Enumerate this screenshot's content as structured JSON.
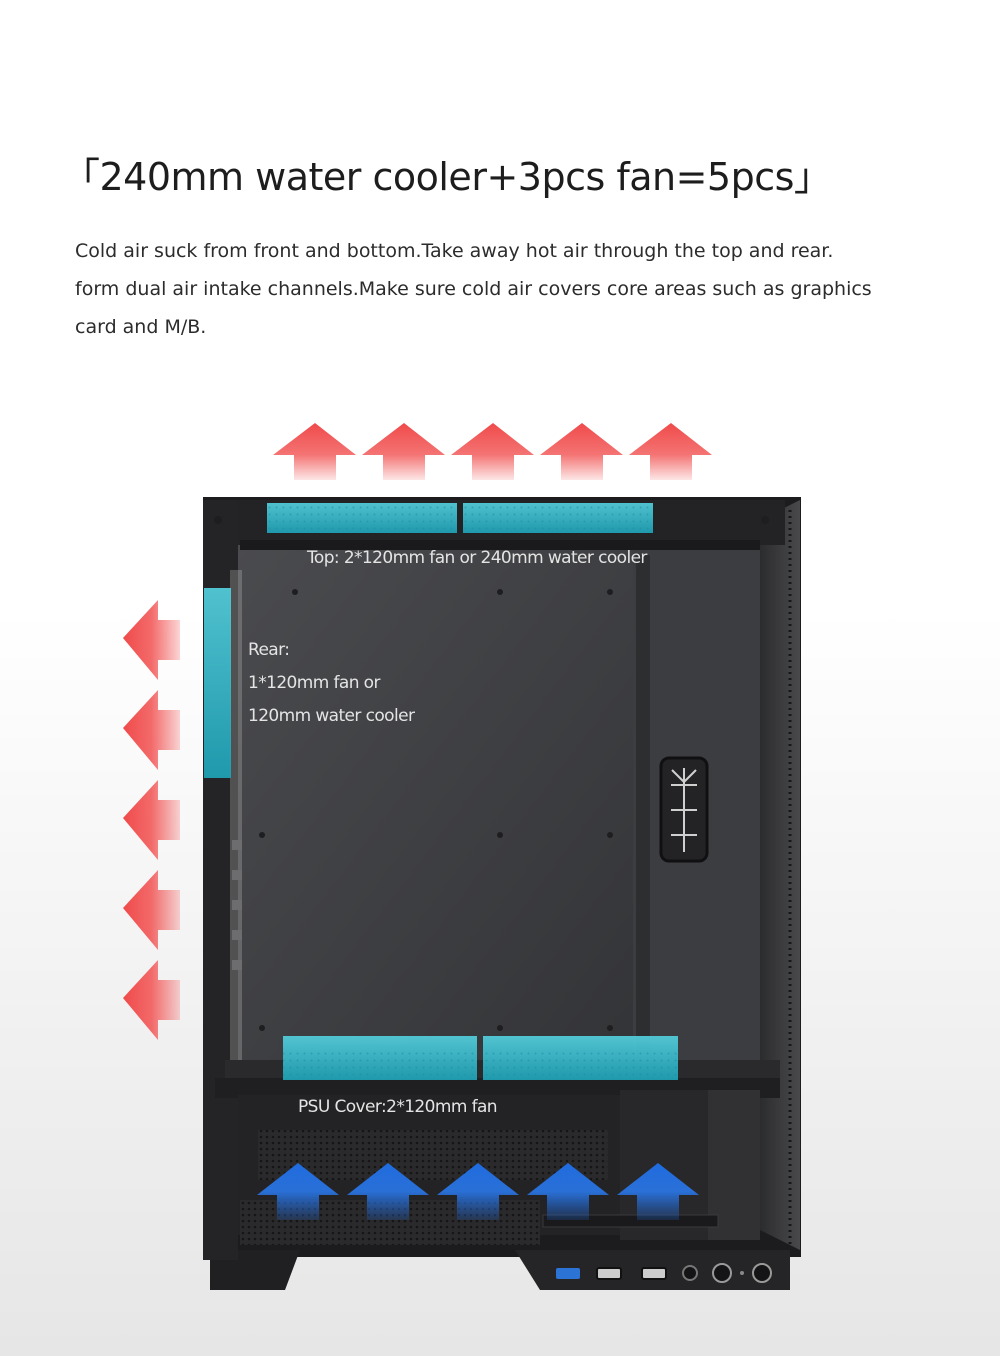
{
  "heading": {
    "title": "「240mm water cooler+3pcs fan=5pcs」",
    "description_lines": [
      "Cold air suck from front and bottom.Take away hot air through the top and rear.",
      "form dual air intake channels.Make sure cold air covers core areas such as graphics",
      "card and M/B."
    ]
  },
  "labels": {
    "top": "Top: 2*120mm fan or 240mm water cooler",
    "rear_lines": [
      "Rear:",
      "1*120mm fan or",
      "120mm water cooler"
    ],
    "psu": "PSU Cover:2*120mm fan"
  },
  "airflow": {
    "exhaust_top_arrows": 5,
    "exhaust_rear_arrows": 5,
    "intake_bottom_arrows": 5,
    "exhaust_color": "#f25a5a",
    "intake_color": "#1f6be0"
  },
  "colors": {
    "fan_highlight": "#2bb7c9",
    "case_body": "#3a3b3d",
    "case_frame": "#1c1c1e"
  }
}
